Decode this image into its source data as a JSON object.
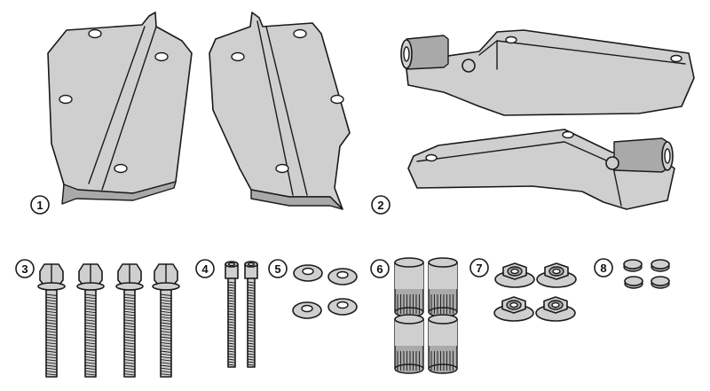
{
  "callouts": [
    "1",
    "2",
    "3",
    "4",
    "5",
    "6",
    "7",
    "8"
  ],
  "colors": {
    "part_fill": "#cfcfcf",
    "part_shade": "#a9a9a9",
    "outline": "#1a1a1a",
    "background": "#ffffff"
  }
}
